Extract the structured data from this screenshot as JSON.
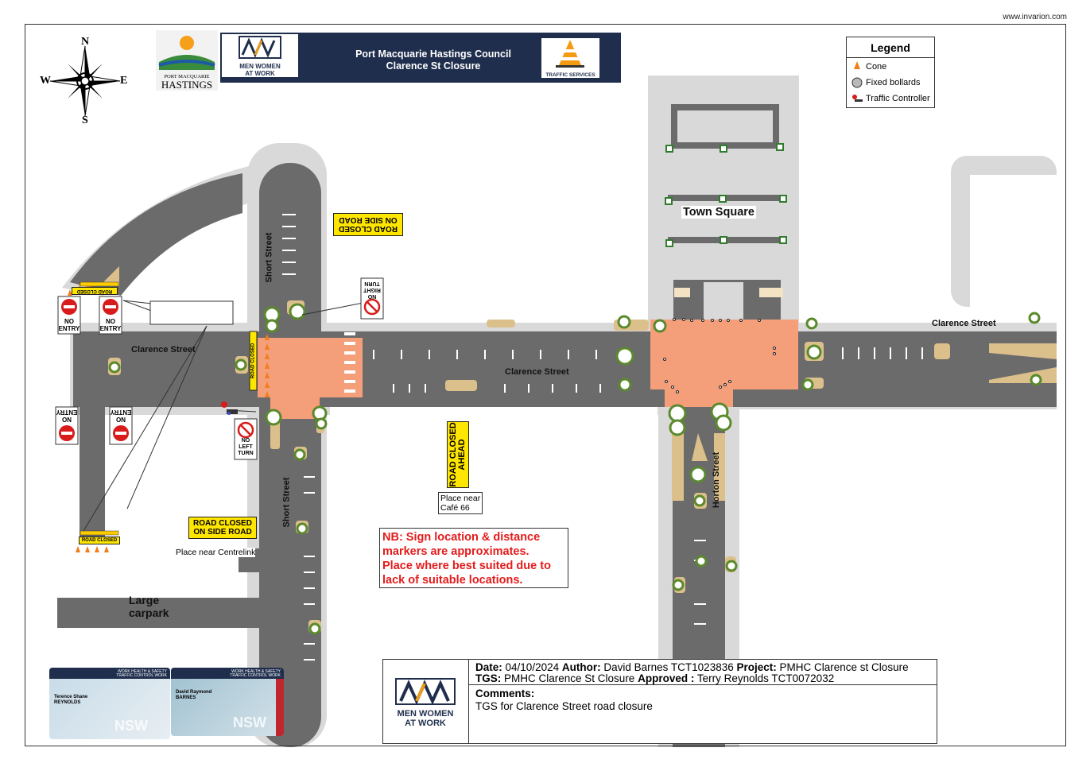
{
  "credit": "www.invarion.com",
  "header": {
    "council": "Port Macquarie Hastings Council",
    "project": "Clarence St Closure",
    "pmh_logo_text_1": "PORT MACQUARIE",
    "pmh_logo_text_2": "HASTINGS",
    "mw_logo_text_1": "MEN WOMEN",
    "mw_logo_text_2": "AT WORK",
    "traffic_services": "TRAFFIC SERVICES"
  },
  "compass": {
    "n": "N",
    "s": "S",
    "e": "E",
    "w": "W"
  },
  "legend": {
    "title": "Legend",
    "items": [
      {
        "label": "Cone",
        "color": "#f07f1a"
      },
      {
        "label": "Fixed bollards",
        "color": "#b9b9b9"
      },
      {
        "label": "Traffic Controller",
        "color": "#d81b1b"
      }
    ]
  },
  "streets": {
    "clarence_west": "Clarence Street",
    "clarence_mid": "Clarence Street",
    "clarence_east": "Clarence Street",
    "short_north": "Short Street",
    "short_south": "Short Street",
    "horton": "Horton Street",
    "town_square": "Town Square",
    "large_carpark_1": "Large",
    "large_carpark_2": "carpark"
  },
  "signs": {
    "road_closed_side_road_top_1": "ROAD CLOSED",
    "road_closed_side_road_top_2": "ON SIDE ROAD",
    "road_closed_side_road_bottom_1": "ROAD CLOSED",
    "road_closed_side_road_bottom_2": "ON SIDE ROAD",
    "road_closed_ahead_1": "ROAD CLOSED",
    "road_closed_ahead_2": "AHEAD",
    "road_closed_small": "ROAD CLOSED",
    "no_entry_1": "NO",
    "no_entry_2": "ENTRY",
    "no_right_turn_1": "NO",
    "no_right_turn_2": "RIGHT",
    "no_right_turn_3": "TURN",
    "no_left_turn_1": "NO",
    "no_left_turn_2": "LEFT",
    "no_left_turn_3": "TURN"
  },
  "placement_notes": {
    "cafe_1": "Place near",
    "cafe_2": "Café 66",
    "centrelink": "Place near Centrelink"
  },
  "nb_note": {
    "line1": "NB: Sign location & distance",
    "line2": "markers are approximates.",
    "line3": "Place where best suited due to",
    "line4": "lack of suitable locations."
  },
  "info": {
    "date_label": "Date:",
    "date": "04/10/2024",
    "author_label": "Author:",
    "author": "David Barnes TCT1023836",
    "project_label": "Project:",
    "project": "PMHC Clarence st Closure",
    "tgs_label": "TGS:",
    "tgs": "PMHC Clarence St Closure",
    "approved_label": "Approved :",
    "approved": "Terry Reynolds TCT0072032",
    "comments_label": "Comments:",
    "comments": "TGS for Clarence Street road closure"
  },
  "cards": [
    {
      "header_1": "WORK HEALTH & SAFETY",
      "header_2": "TRAFFIC CONTROL WORK",
      "name_1": "Terence Shane",
      "name_2": "REYNOLDS",
      "badge": "NSW"
    },
    {
      "header_1": "WORK HEALTH & SAFETY",
      "header_2": "TRAFFIC CONTROL WORK",
      "name_1": "David Raymond",
      "name_2": "BARNES",
      "badge": "NSW"
    }
  ],
  "colors": {
    "road": "#6b6b6b",
    "footpath": "#d9d9d9",
    "closed_area": "#f59e7a",
    "sign_yellow": "#ffe600",
    "header_bg": "#1f2e4d",
    "nb_red": "#e51b1b"
  }
}
